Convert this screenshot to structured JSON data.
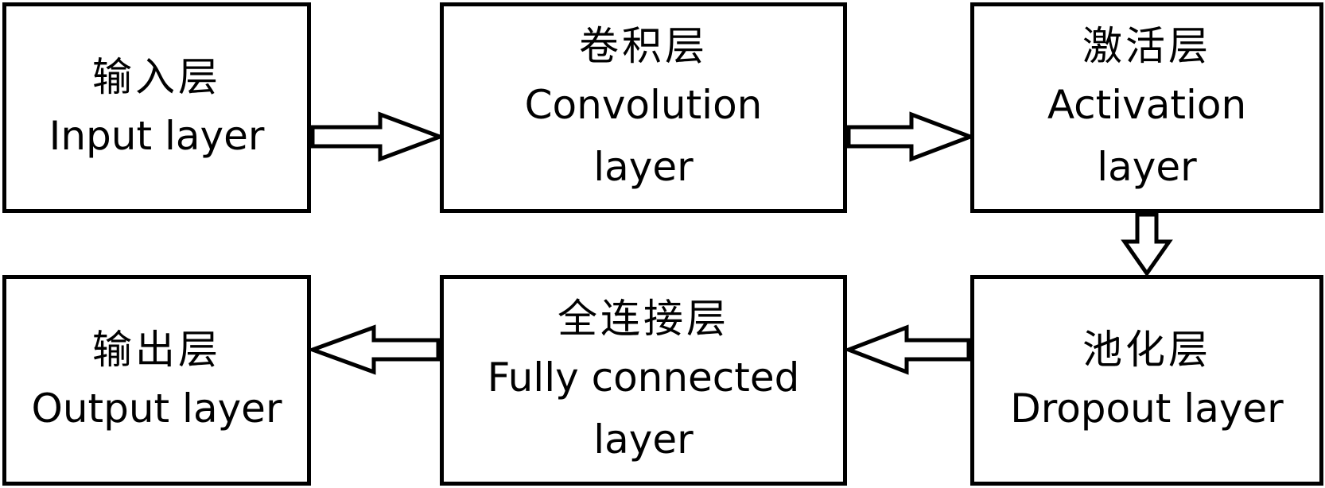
{
  "diagram": {
    "input_layer": {
      "zh": "输入层",
      "en": "Input layer"
    },
    "convolution_layer": {
      "zh": "卷积层",
      "en": "Convolution\nlayer"
    },
    "activation_layer": {
      "zh": "激活层",
      "en": "Activation\nlayer"
    },
    "dropout_layer": {
      "zh": "池化层",
      "en": "Dropout layer"
    },
    "fully_connected_layer": {
      "zh": "全连接层",
      "en": "Fully connected\nlayer"
    },
    "output_layer": {
      "zh": "输出层",
      "en": "Output layer"
    }
  },
  "colors": {
    "stroke": "#000000",
    "fill": "#ffffff"
  }
}
